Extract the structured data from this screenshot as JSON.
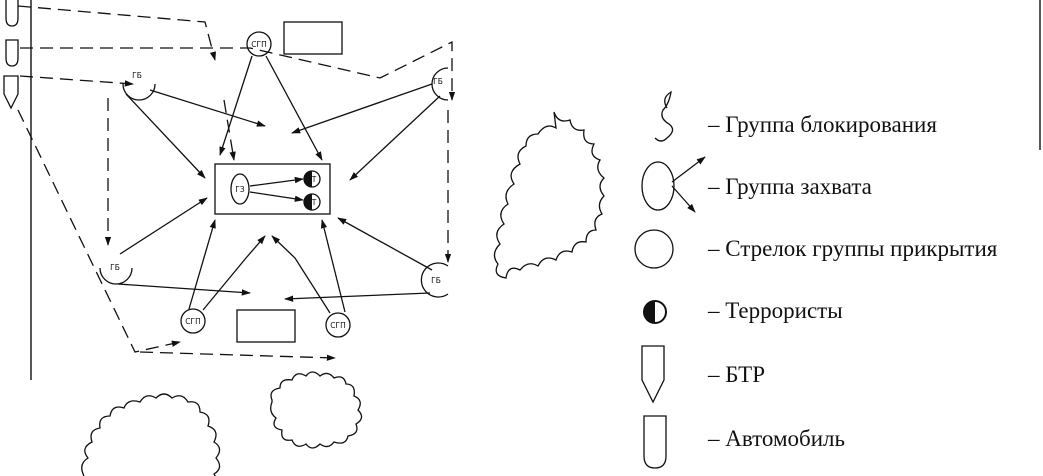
{
  "units": {
    "blocking_group": "ГБ",
    "capture_group": "ГЗ",
    "cover_group": "СГП",
    "terrorist": "Т"
  },
  "legend": {
    "blocking_group": "– Группа блокирования",
    "capture_group": "– Группа захвата",
    "cover_shooter": "– Стрелок группы прикрытия",
    "terrorists": "– Террористы",
    "apc": "– БТР",
    "car": "– Автомобиль"
  },
  "colors": {
    "ink": "#111111",
    "paper": "#ffffff"
  }
}
